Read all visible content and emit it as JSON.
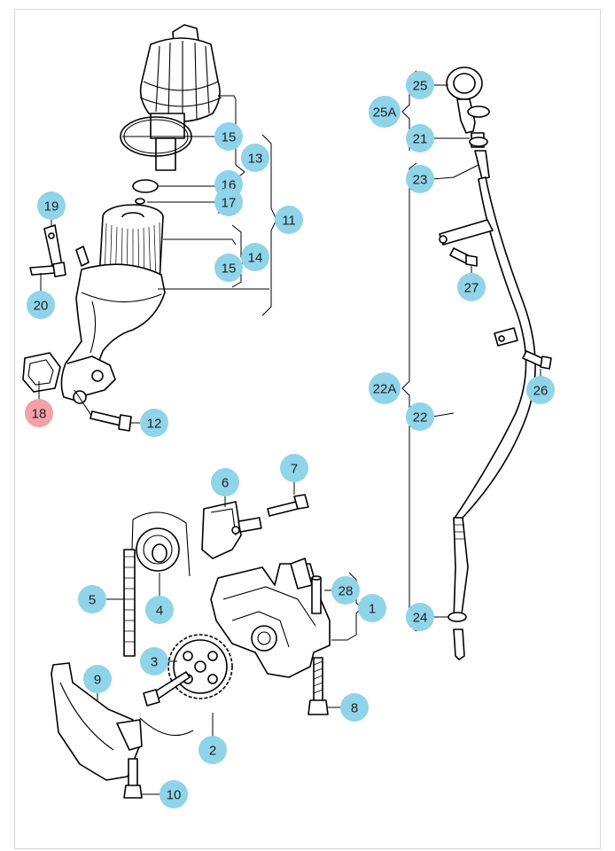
{
  "colors": {
    "callout": "#8fd4e8",
    "callout_highlight": "#f4a0a6",
    "line": "#000000",
    "frame_border": "#d6d6d6"
  },
  "callouts": [
    {
      "id": "c25",
      "label": "25"
    },
    {
      "id": "c25a",
      "label": "25A"
    },
    {
      "id": "c21",
      "label": "21"
    },
    {
      "id": "c23",
      "label": "23"
    },
    {
      "id": "c27",
      "label": "27"
    },
    {
      "id": "c22a",
      "label": "22A"
    },
    {
      "id": "c26",
      "label": "26"
    },
    {
      "id": "c22",
      "label": "22"
    },
    {
      "id": "c24",
      "label": "24"
    },
    {
      "id": "c15a",
      "label": "15"
    },
    {
      "id": "c13",
      "label": "13"
    },
    {
      "id": "c16",
      "label": "16"
    },
    {
      "id": "c17",
      "label": "17"
    },
    {
      "id": "c11",
      "label": "11"
    },
    {
      "id": "c14",
      "label": "14"
    },
    {
      "id": "c15b",
      "label": "15"
    },
    {
      "id": "c19",
      "label": "19"
    },
    {
      "id": "c20",
      "label": "20"
    },
    {
      "id": "c18",
      "label": "18",
      "highlighted": true
    },
    {
      "id": "c12",
      "label": "12"
    },
    {
      "id": "c6",
      "label": "6"
    },
    {
      "id": "c7",
      "label": "7"
    },
    {
      "id": "c28",
      "label": "28"
    },
    {
      "id": "c1",
      "label": "1"
    },
    {
      "id": "c5",
      "label": "5"
    },
    {
      "id": "c4",
      "label": "4"
    },
    {
      "id": "c3",
      "label": "3"
    },
    {
      "id": "c9",
      "label": "9"
    },
    {
      "id": "c8",
      "label": "8"
    },
    {
      "id": "c2",
      "label": "2"
    },
    {
      "id": "c10",
      "label": "10"
    }
  ]
}
